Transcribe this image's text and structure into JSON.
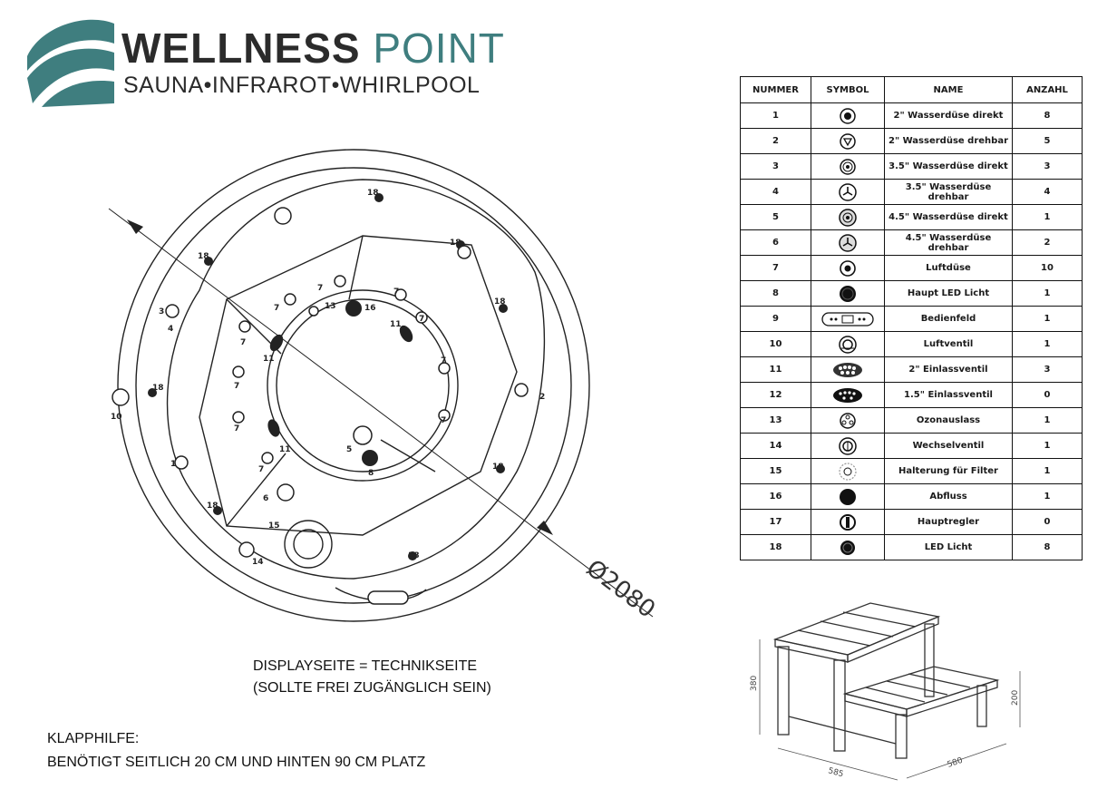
{
  "brand": {
    "name_part1": "WELLNESS",
    "name_part2": "POINT",
    "tagline": "SAUNA•INFRAROT•WHIRLPOOL",
    "colors": {
      "teal": "#3f7e7f",
      "dark": "#2b2b2b"
    }
  },
  "drawing": {
    "diameter_label": "Ø2080",
    "labels": [
      "18",
      "18",
      "18",
      "18",
      "18",
      "18",
      "18",
      "18",
      "7",
      "7",
      "7",
      "7",
      "7",
      "7",
      "7",
      "7",
      "7",
      "7",
      "1",
      "2",
      "3",
      "4",
      "5",
      "6",
      "8",
      "10",
      "11",
      "11",
      "11",
      "13",
      "14",
      "15",
      "16"
    ]
  },
  "table": {
    "headers": [
      "NUMMER",
      "SYMBOL",
      "NAME",
      "ANZAHL"
    ],
    "rows": [
      {
        "num": "1",
        "symbol": "jet-2-direct-icon",
        "name": "2\" Wasserdüse direkt",
        "count": "8"
      },
      {
        "num": "2",
        "symbol": "jet-2-rotating-icon",
        "name": "2\" Wasserdüse drehbar",
        "count": "5"
      },
      {
        "num": "3",
        "symbol": "jet-3-5-direct-icon",
        "name": "3.5\" Wasserdüse direkt",
        "count": "3"
      },
      {
        "num": "4",
        "symbol": "jet-3-5-rotating-icon",
        "name": "3.5\" Wasserdüse drehbar",
        "count": "4"
      },
      {
        "num": "5",
        "symbol": "jet-4-5-direct-icon",
        "name": "4.5\" Wasserdüse direkt",
        "count": "1"
      },
      {
        "num": "6",
        "symbol": "jet-4-5-rotating-icon",
        "name": "4.5\" Wasserdüse drehbar",
        "count": "2"
      },
      {
        "num": "7",
        "symbol": "air-jet-icon",
        "name": "Luftdüse",
        "count": "10"
      },
      {
        "num": "8",
        "symbol": "main-led-icon",
        "name": "Haupt LED Licht",
        "count": "1"
      },
      {
        "num": "9",
        "symbol": "control-panel-icon",
        "name": "Bedienfeld",
        "count": "1"
      },
      {
        "num": "10",
        "symbol": "air-valve-icon",
        "name": "Luftventil",
        "count": "1"
      },
      {
        "num": "11",
        "symbol": "inlet-valve-2-icon",
        "name": "2\" Einlassventil",
        "count": "3"
      },
      {
        "num": "12",
        "symbol": "inlet-valve-1-5-icon",
        "name": "1.5\" Einlassventil",
        "count": "0"
      },
      {
        "num": "13",
        "symbol": "ozone-outlet-icon",
        "name": "Ozonauslass",
        "count": "1"
      },
      {
        "num": "14",
        "symbol": "diverter-valve-icon",
        "name": "Wechselventil",
        "count": "1"
      },
      {
        "num": "15",
        "symbol": "filter-holder-icon",
        "name": "Halterung für Filter",
        "count": "1"
      },
      {
        "num": "16",
        "symbol": "drain-icon",
        "name": "Abfluss",
        "count": "1"
      },
      {
        "num": "17",
        "symbol": "main-control-icon",
        "name": "Hauptregler",
        "count": "0"
      },
      {
        "num": "18",
        "symbol": "led-light-icon",
        "name": "LED Licht",
        "count": "8"
      }
    ]
  },
  "notes": {
    "display_side_1": "DISPLAYSEITE = TECHNIKSEITE",
    "display_side_2": "(SOLLTE FREI ZUGÄNGLICH SEIN)",
    "step_title": "KLAPPHILFE:",
    "step_text": "BENÖTIGT SEITLICH 20 CM UND HINTEN 90 CM PLATZ"
  },
  "steps_drawing": {
    "height_high": "380",
    "height_low": "200",
    "width": "585",
    "depth": "580"
  }
}
